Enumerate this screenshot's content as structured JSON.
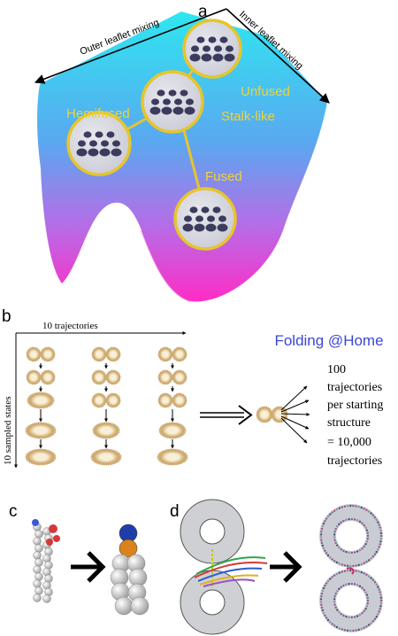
{
  "panel_a": {
    "letter": "a",
    "axis_left": "Outer leaflet mixing",
    "axis_right": "Inner leaflet mixing",
    "states": [
      "Unfused",
      "Stalk-like",
      "Hemifused",
      "Fused"
    ],
    "colors": {
      "surface_top": "#2ee0ee",
      "surface_bottom": "#ff2fc8",
      "ring": "#e6c52c",
      "label": "#f0d23a"
    }
  },
  "panel_b": {
    "letter": "b",
    "x_label": "10 trajectories",
    "y_label": "10 sampled states",
    "logo": "Folding @Home",
    "logo_color": "#3a47d6",
    "text_lines": [
      "100",
      "trajectories",
      "per starting",
      "structure",
      "= 10,000",
      "trajectories"
    ]
  },
  "panel_c": {
    "letter": "c"
  },
  "panel_d": {
    "letter": "d"
  }
}
